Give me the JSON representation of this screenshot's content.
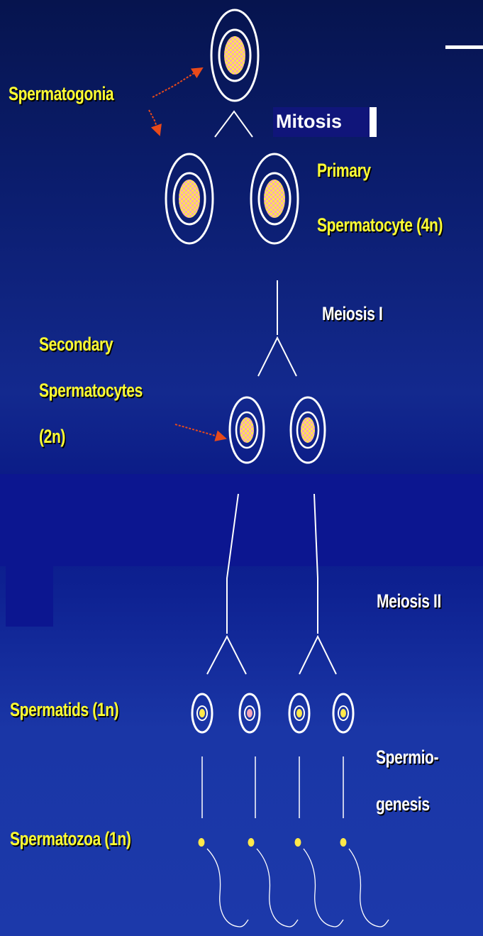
{
  "labels": {
    "spermatogonia": "Spermatogonia",
    "mitosis": "Mitosis",
    "primary_line1": "Primary",
    "primary_line2": "Spermatocyte (4n)",
    "meiosis_1": "Meiosis I",
    "secondary_line1": "Secondary",
    "secondary_line2": "Spermatocytes",
    "secondary_line3": "(2n)",
    "meiosis_2": "Meiosis II",
    "spermatids": "Spermatids (1n)",
    "spermio_line1": "Spermio-",
    "spermio_line2": "genesis",
    "spermatozoa": "Spermatozoa (1n)"
  },
  "colors": {
    "label_yellow": "#ffff33",
    "label_white": "#ffffff",
    "arrow_red": "#e84a1a",
    "cell_outline": "#ffffff",
    "nucleus_fill": "#ffe84a",
    "nucleus_pattern": "#f6a6b8"
  }
}
